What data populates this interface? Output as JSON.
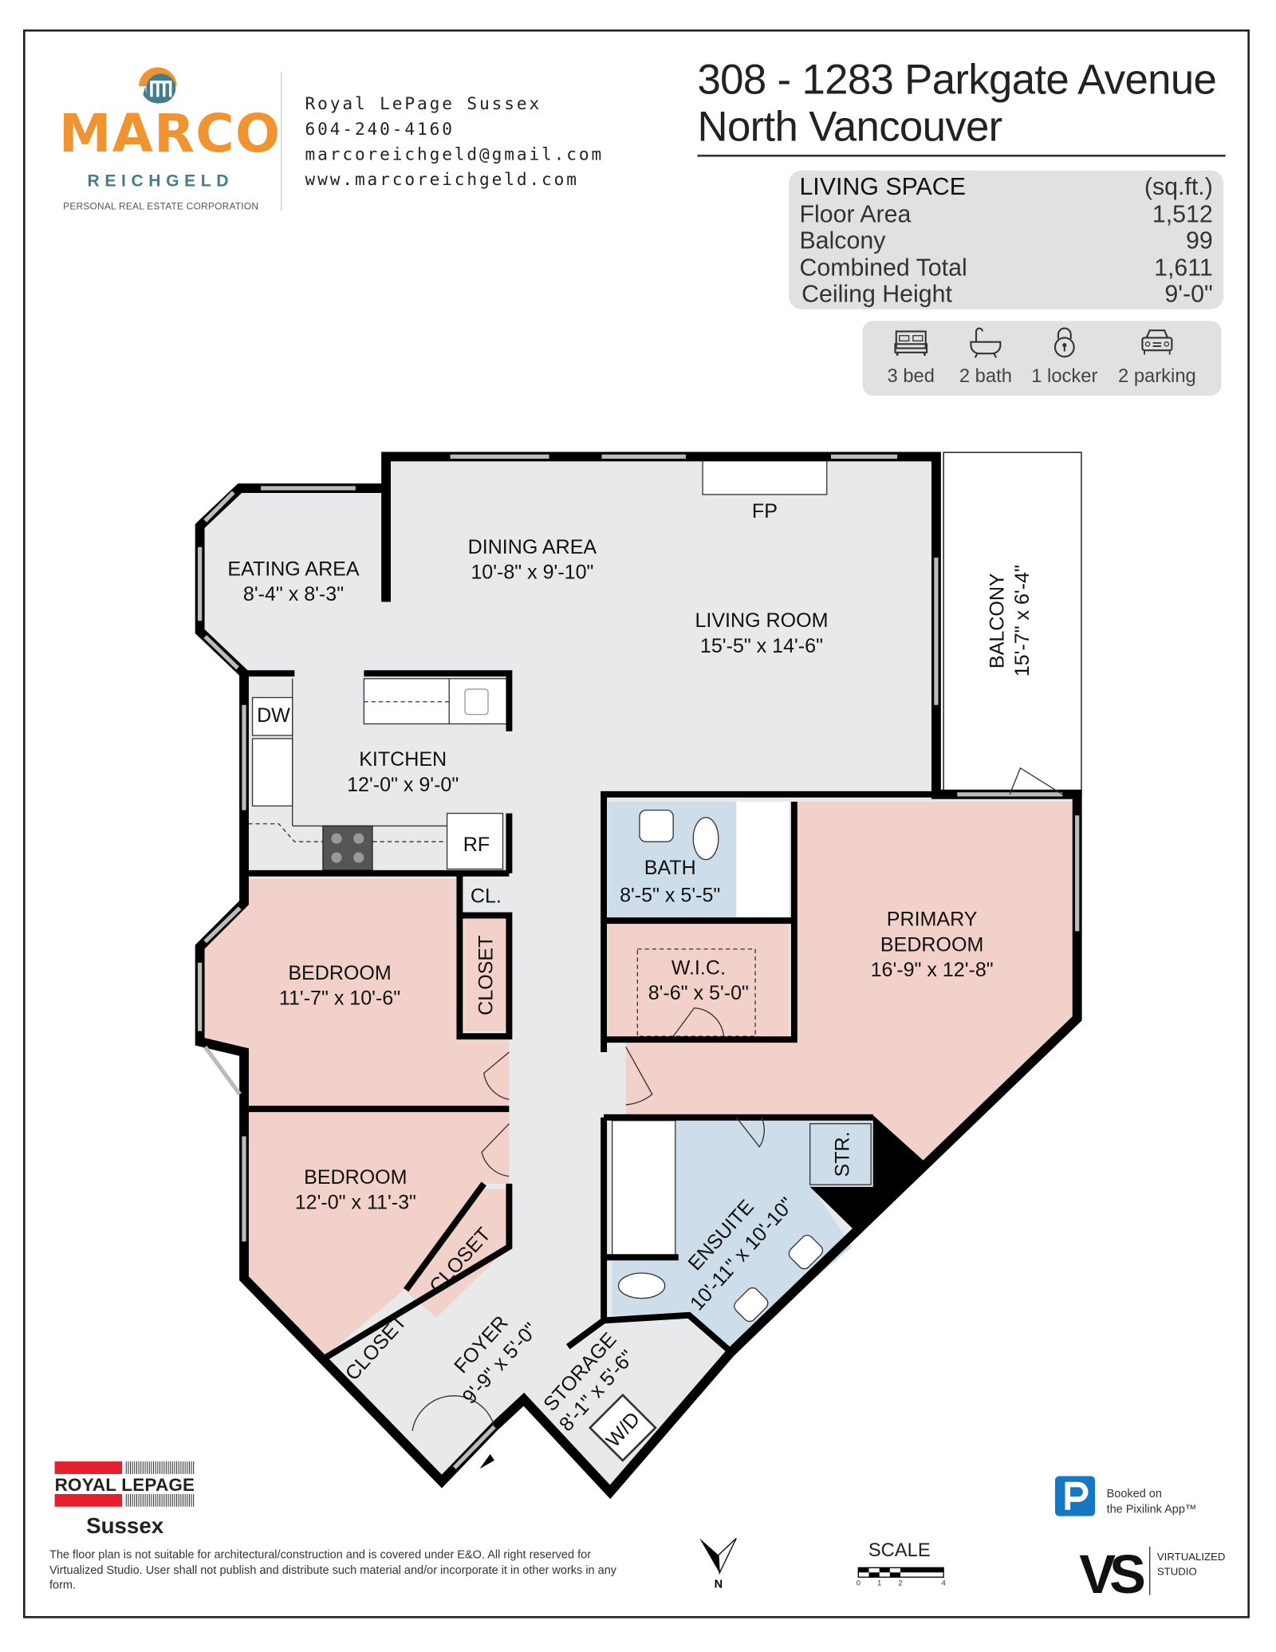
{
  "agent": {
    "logo_name": "MARCO",
    "logo_sub": "REICHGELD",
    "logo_tagline": "PERSONAL REAL ESTATE CORPORATION",
    "brokerage": "Royal LePage Sussex",
    "phone": "604-240-4160",
    "email": "marcoreichgeld@gmail.com",
    "website": "www.marcoreichgeld.com"
  },
  "property": {
    "address_line1": "308 - 1283 Parkgate Avenue",
    "address_line2": "North Vancouver"
  },
  "living_space": {
    "heading": "LIVING SPACE",
    "unit": "(sq.ft.)",
    "rows": [
      {
        "label": "Floor Area",
        "value": "1,512"
      },
      {
        "label": "Balcony",
        "value": "99"
      },
      {
        "label": "Combined Total",
        "value": "1,611"
      },
      {
        "label": "Ceiling Height",
        "value": "9'-0\""
      }
    ]
  },
  "features": [
    {
      "icon": "bed-icon",
      "label": "3 bed"
    },
    {
      "icon": "bathtub-icon",
      "label": "2 bath"
    },
    {
      "icon": "lock-icon",
      "label": "1 locker"
    },
    {
      "icon": "car-icon",
      "label": "2 parking"
    }
  ],
  "rooms": {
    "eating": {
      "name": "EATING AREA",
      "dims": "8'-4\" x 8'-3\""
    },
    "dining": {
      "name": "DINING AREA",
      "dims": "10'-8\" x 9'-10\""
    },
    "living": {
      "name": "LIVING ROOM",
      "dims": "15'-5\" x 14'-6\""
    },
    "balcony": {
      "name": "BALCONY",
      "dims": "15'-7\" x 6'-4\""
    },
    "kitchen": {
      "name": "KITCHEN",
      "dims": "12'-0\" x 9'-0\""
    },
    "bath": {
      "name": "BATH",
      "dims": "8'-5\" x 5'-5\""
    },
    "primary": {
      "name1": "PRIMARY",
      "name2": "BEDROOM",
      "dims": "16'-9\" x 12'-8\""
    },
    "wic": {
      "name": "W.I.C.",
      "dims": "8'-6\" x 5'-0\""
    },
    "bedroom1": {
      "name": "BEDROOM",
      "dims": "11'-7\" x 10'-6\""
    },
    "bedroom2": {
      "name": "BEDROOM",
      "dims": "12'-0\" x 11'-3\""
    },
    "foyer": {
      "name": "FOYER",
      "dims": "9'-9\" x 5'-0\""
    },
    "storage": {
      "name": "STORAGE",
      "dims": "8'-1\" x 5'-6\""
    },
    "ensuite": {
      "name": "ENSUITE",
      "dims": "10'-11\" x 10'-10\""
    },
    "fp": "FP",
    "dw": "DW",
    "rf": "RF",
    "cl": "CL.",
    "closet": "CLOSET",
    "str": "STR.",
    "wd": "W/D"
  },
  "footer": {
    "brokerage_logo": "ROYAL LEPAGE",
    "brokerage_logo_sub": "Sussex",
    "disclaimer": "The floor plan is not suitable for architectural/construction and is covered under E&O. All right reserved for Virtualized Studio. User shall not publish and distribute such material and/or incorporate it in other works in any form.",
    "north": "N",
    "scale_label": "SCALE",
    "scale_ticks": [
      "0",
      "1",
      "2",
      "4"
    ],
    "pixilink_line1": "Booked on",
    "pixilink_line2": "the Pixilink App™",
    "studio_logo": "VS",
    "studio_line1": "VIRTUALIZED",
    "studio_line2": "STUDIO"
  },
  "colors": {
    "accent": "#ef9431",
    "teal": "#437e8e",
    "bedroom": "#f3d1cb",
    "bath": "#cddeea",
    "floor": "#e8e9eb",
    "brand_red": "#e4202e",
    "pixilink": "#1677c2"
  }
}
